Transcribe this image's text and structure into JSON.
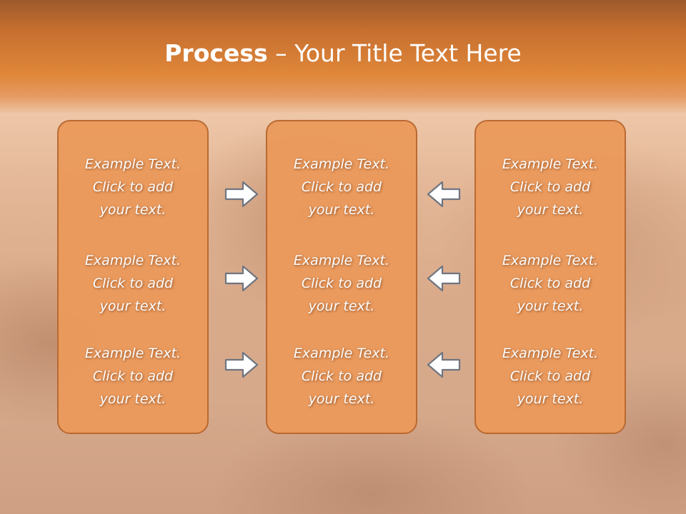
{
  "title": {
    "bold": "Process",
    "rest": " – Your Title Text Here"
  },
  "columns": [
    {
      "cells": [
        {
          "line1": "Example Text.",
          "line2": "Click  to add",
          "line3": "your text."
        },
        {
          "line1": "Example Text.",
          "line2": "Click  to add",
          "line3": "your text."
        },
        {
          "line1": "Example Text.",
          "line2": "Click  to add",
          "line3": "your text."
        }
      ]
    },
    {
      "cells": [
        {
          "line1": "Example Text.",
          "line2": "Click  to add",
          "line3": "your text."
        },
        {
          "line1": "Example Text.",
          "line2": "Click  to add",
          "line3": "your text."
        },
        {
          "line1": "Example Text.",
          "line2": "Click  to add",
          "line3": "your text."
        }
      ]
    },
    {
      "cells": [
        {
          "line1": "Example Text.",
          "line2": "Click  to add",
          "line3": "your text."
        },
        {
          "line1": "Example Text.",
          "line2": "Click  to add",
          "line3": "your text."
        },
        {
          "line1": "Example Text.",
          "line2": "Click  to add",
          "line3": "your text."
        }
      ]
    }
  ],
  "arrows": {
    "left_group": "arrow-right-icon",
    "right_group": "arrow-left-icon"
  },
  "colors": {
    "box_fill": "#eb9a5c",
    "box_border": "#b9682f",
    "header_orange": "#e0873a",
    "text": "#ffffff"
  }
}
